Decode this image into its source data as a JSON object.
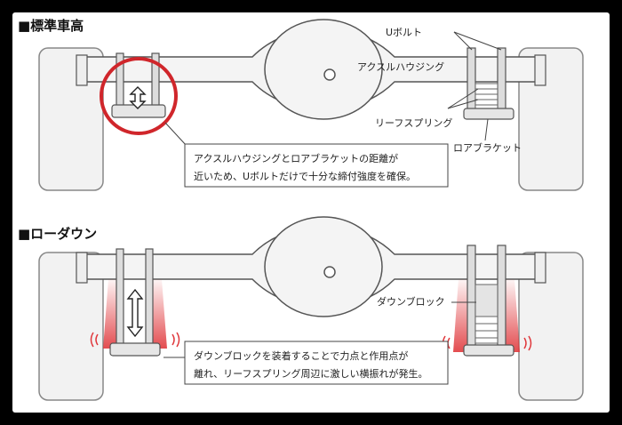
{
  "sections": {
    "standard": {
      "title": "■標準車高",
      "labels": {
        "u_bolt": "Uボルト",
        "axle_housing": "アクスルハウジング",
        "leaf_spring": "リーフスプリング",
        "lower_bracket": "ロアブラケット"
      },
      "note": {
        "line1": "アクスルハウジングとロアブラケットの距離が",
        "line2": "近いため、Uボルトだけで十分な締付強度を確保。"
      }
    },
    "lowdown": {
      "title": "■ローダウン",
      "labels": {
        "down_block": "ダウンブロック"
      },
      "note": {
        "line1": "ダウンブロックを装着することで力点と作用点が",
        "line2": "離れ、リーフスプリング周辺に激しい横振れが発生。"
      }
    }
  },
  "colors": {
    "highlight_red": "#d0262b",
    "line_gray": "#555555",
    "fill_gray": "#e6e6e6",
    "stress_red": "#e0383c"
  }
}
